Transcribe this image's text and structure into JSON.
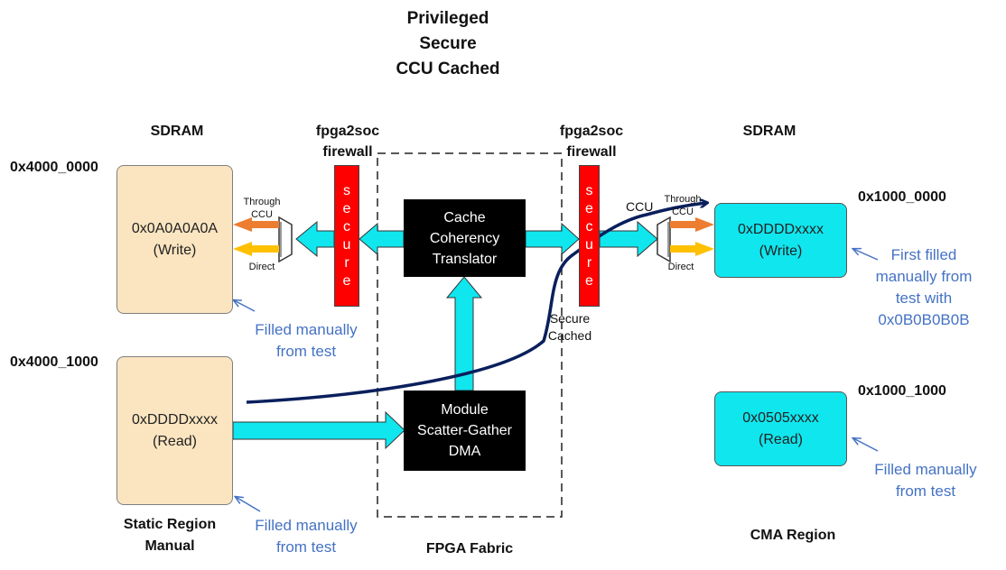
{
  "title_lines": [
    "Privileged",
    "Secure",
    "CCU Cached"
  ],
  "left": {
    "header": "SDRAM",
    "addr_top": "0x4000_0000",
    "addr_bottom": "0x4000_1000",
    "write_box": [
      "0x0A0A0A0A",
      "(Write)"
    ],
    "read_box": [
      "0xDDDDxxxx",
      "(Read)"
    ],
    "note_top": [
      "Filled manually",
      "from test"
    ],
    "note_bottom": [
      "Filled manually",
      "from test"
    ],
    "region_label": [
      "Static Region",
      "Manual"
    ],
    "mux_through": [
      "Through",
      "CCU"
    ],
    "mux_direct": "Direct"
  },
  "firewall_left": {
    "label": [
      "fpga2soc",
      "firewall"
    ],
    "letters": [
      "s",
      "e",
      "c",
      "u",
      "r",
      "e"
    ]
  },
  "firewall_right": {
    "label": [
      "fpga2soc",
      "firewall"
    ],
    "letters": [
      "s",
      "e",
      "c",
      "u",
      "r",
      "e"
    ]
  },
  "fabric": {
    "label": "FPGA Fabric",
    "cct": [
      "Cache",
      "Coherency",
      "Translator"
    ],
    "dma": [
      "Module",
      "Scatter-Gather",
      "DMA"
    ]
  },
  "right": {
    "header": "SDRAM",
    "addr_top": "0x1000_0000",
    "addr_bottom": "0x1000_1000",
    "write_box": [
      "0xDDDDxxxx",
      "(Write)"
    ],
    "read_box": [
      "0x0505xxxx",
      "(Read)"
    ],
    "note_top": [
      "First filled",
      "manually from",
      "test with",
      "0x0B0B0B0B"
    ],
    "note_bottom": [
      "Filled manually",
      "from test"
    ],
    "region_label": "CMA Region",
    "ccu_label": "CCU",
    "mux_through": [
      "Through",
      "CCU"
    ],
    "mux_direct": "Direct"
  },
  "path_label": [
    "Secure",
    "Cached"
  ],
  "colors": {
    "cyan": "#10E6EE",
    "firewall": "#FF0000",
    "sdram_static": "#FBE5C0",
    "orange_arrow": "#ED7D31",
    "yellow_arrow": "#FFC000",
    "curve": "#0A1F5C",
    "note": "#4472C4"
  }
}
